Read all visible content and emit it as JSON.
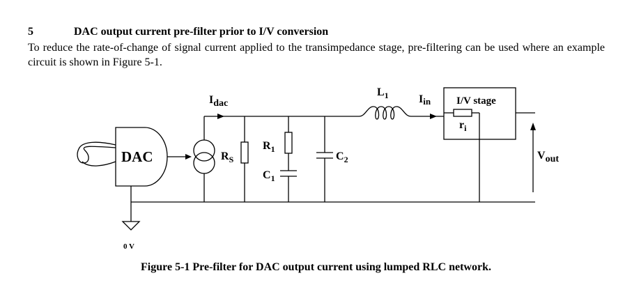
{
  "section": {
    "number": "5",
    "title": "DAC output current pre-filter prior to I/V conversion",
    "body": "To reduce the rate-of-change of signal current applied to the transimpedance stage, pre-filtering can be used where an example circuit is shown in Figure 5-1."
  },
  "figure": {
    "caption": "Figure 5-1  Pre-filter for DAC output current using lumped RLC network.",
    "labels": {
      "dac": "DAC",
      "idac_main": "I",
      "idac_sub": "dac",
      "rs_main": "R",
      "rs_sub": "S",
      "r1_main": "R",
      "r1_sub": "1",
      "c1_main": "C",
      "c1_sub": "1",
      "c2_main": "C",
      "c2_sub": "2",
      "l1_main": "L",
      "l1_sub": "1",
      "iin_main": "I",
      "iin_sub": "in",
      "iv_stage": "I/V stage",
      "ri_main": "r",
      "ri_sub": "i",
      "vout_main": "V",
      "vout_sub": "out",
      "ground": "0 V"
    }
  }
}
